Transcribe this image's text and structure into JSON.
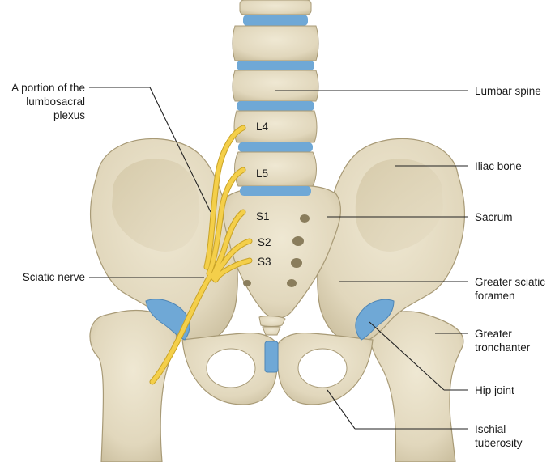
{
  "labels": {
    "lumbosacral_plexus": "A portion of the\nlumbosacral\nplexus",
    "sciatic_nerve": "Sciatic nerve",
    "lumbar_spine": "Lumbar spine",
    "iliac_bone": "Iliac bone",
    "sacrum": "Sacrum",
    "greater_sciatic_foramen": "Greater sciatic\nforamen",
    "greater_tronchanter": "Greater\ntronchanter",
    "hip_joint": "Hip joint",
    "ischial_tuberosity": "Ischial\ntuberosity"
  },
  "vertebrae": {
    "l4": "L4",
    "l5": "L5",
    "s1": "S1",
    "s2": "S2",
    "s3": "S3"
  },
  "colors": {
    "bone": "#e4dcc4",
    "bone_shadow": "#c9bd9c",
    "bone_outline": "#a89a76",
    "cartilage": "#6fa8d6",
    "nerve": "#f4cf4a",
    "nerve_outline": "#c9a326",
    "leader": "#222222"
  }
}
